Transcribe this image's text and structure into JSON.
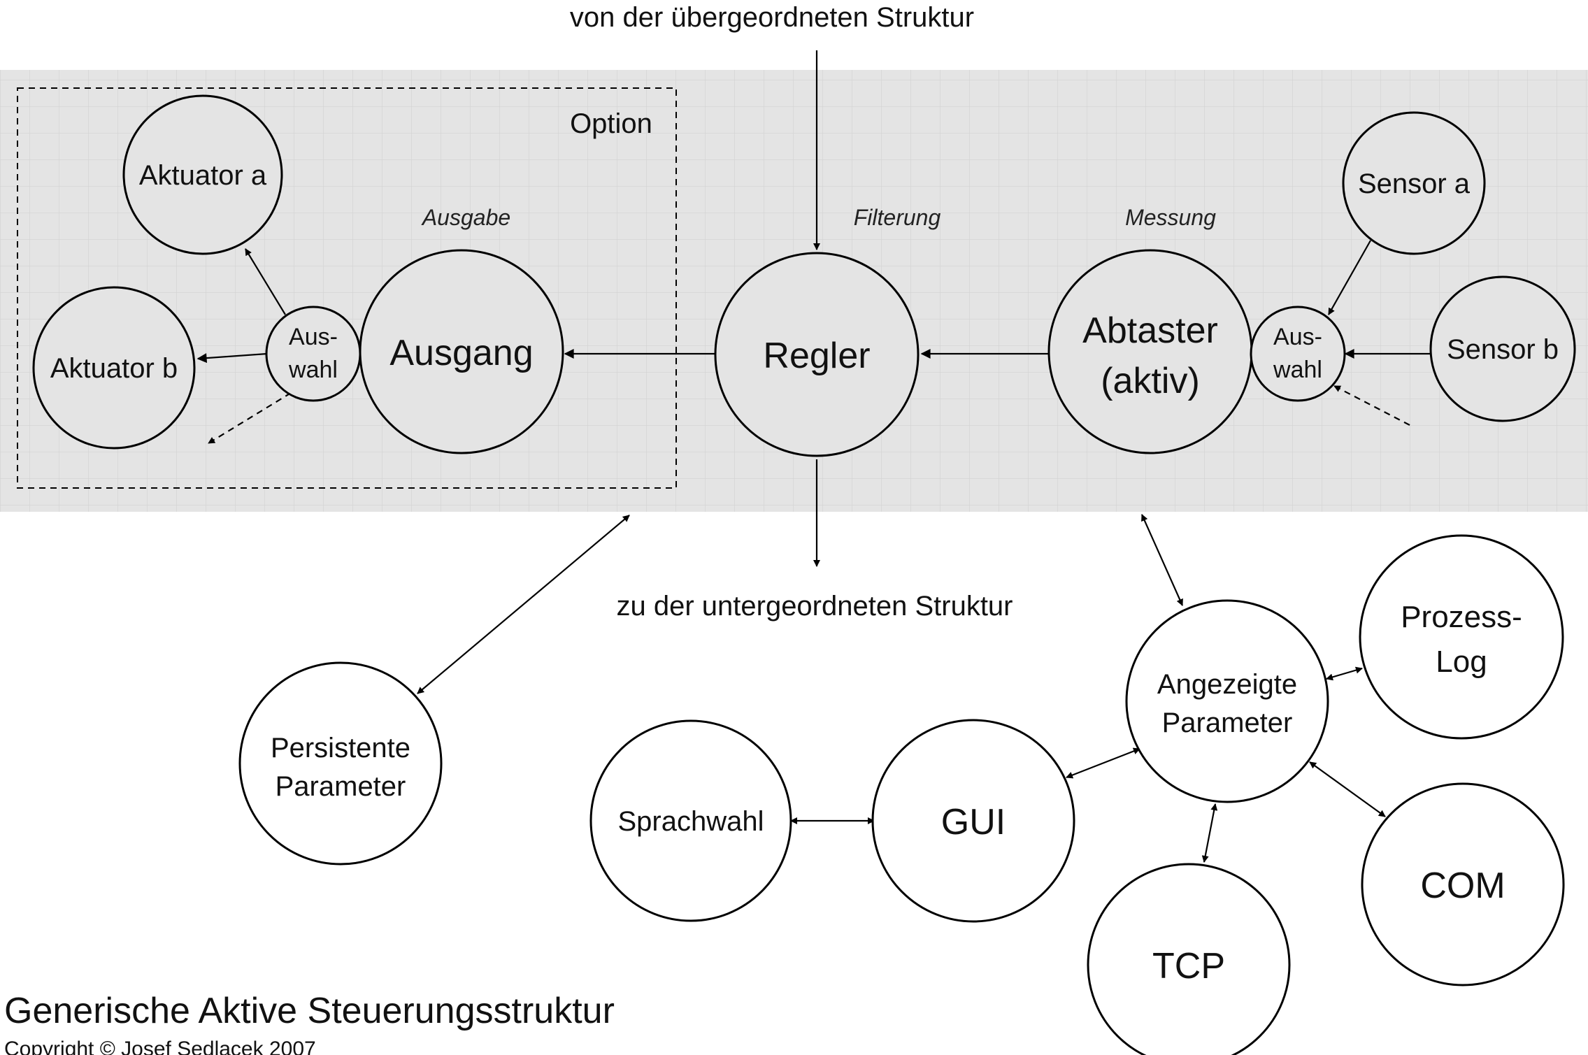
{
  "header": {
    "top_label": "von der übergeordneten Struktur",
    "bottom_label": "zu der untergeordneten Struktur"
  },
  "footer": {
    "title": "Generische Aktive Steuerungsstruktur",
    "copyright": "Copyright © Josef Sedlacek 2007"
  },
  "band": {
    "option_label": "Option",
    "section_ausgabe": "Ausgabe",
    "section_filterung": "Filterung",
    "section_messung": "Messung"
  },
  "nodes": {
    "aktuator_a": {
      "line1": "Aktuator a"
    },
    "aktuator_b": {
      "line1": "Aktuator b"
    },
    "auswahl_out": {
      "line1": "Aus-",
      "line2": "wahl"
    },
    "ausgang": {
      "line1": "Ausgang"
    },
    "regler": {
      "line1": "Regler"
    },
    "abtaster": {
      "line1": "Abtaster",
      "line2": "(aktiv)"
    },
    "auswahl_in": {
      "line1": "Aus-",
      "line2": "wahl"
    },
    "sensor_a": {
      "line1": "Sensor a"
    },
    "sensor_b": {
      "line1": "Sensor b"
    },
    "persistente": {
      "line1": "Persistente",
      "line2": "Parameter"
    },
    "sprachwahl": {
      "line1": "Sprachwahl"
    },
    "gui": {
      "line1": "GUI"
    },
    "angezeigte": {
      "line1": "Angezeigte",
      "line2": "Parameter"
    },
    "prozess_log": {
      "line1": "Prozess-",
      "line2": "Log"
    },
    "com": {
      "line1": "COM"
    },
    "tcp": {
      "line1": "TCP"
    }
  },
  "colors": {
    "band_fill": "#e4e4e4",
    "grid_line": "#d2d2d2",
    "stroke": "#000000"
  }
}
